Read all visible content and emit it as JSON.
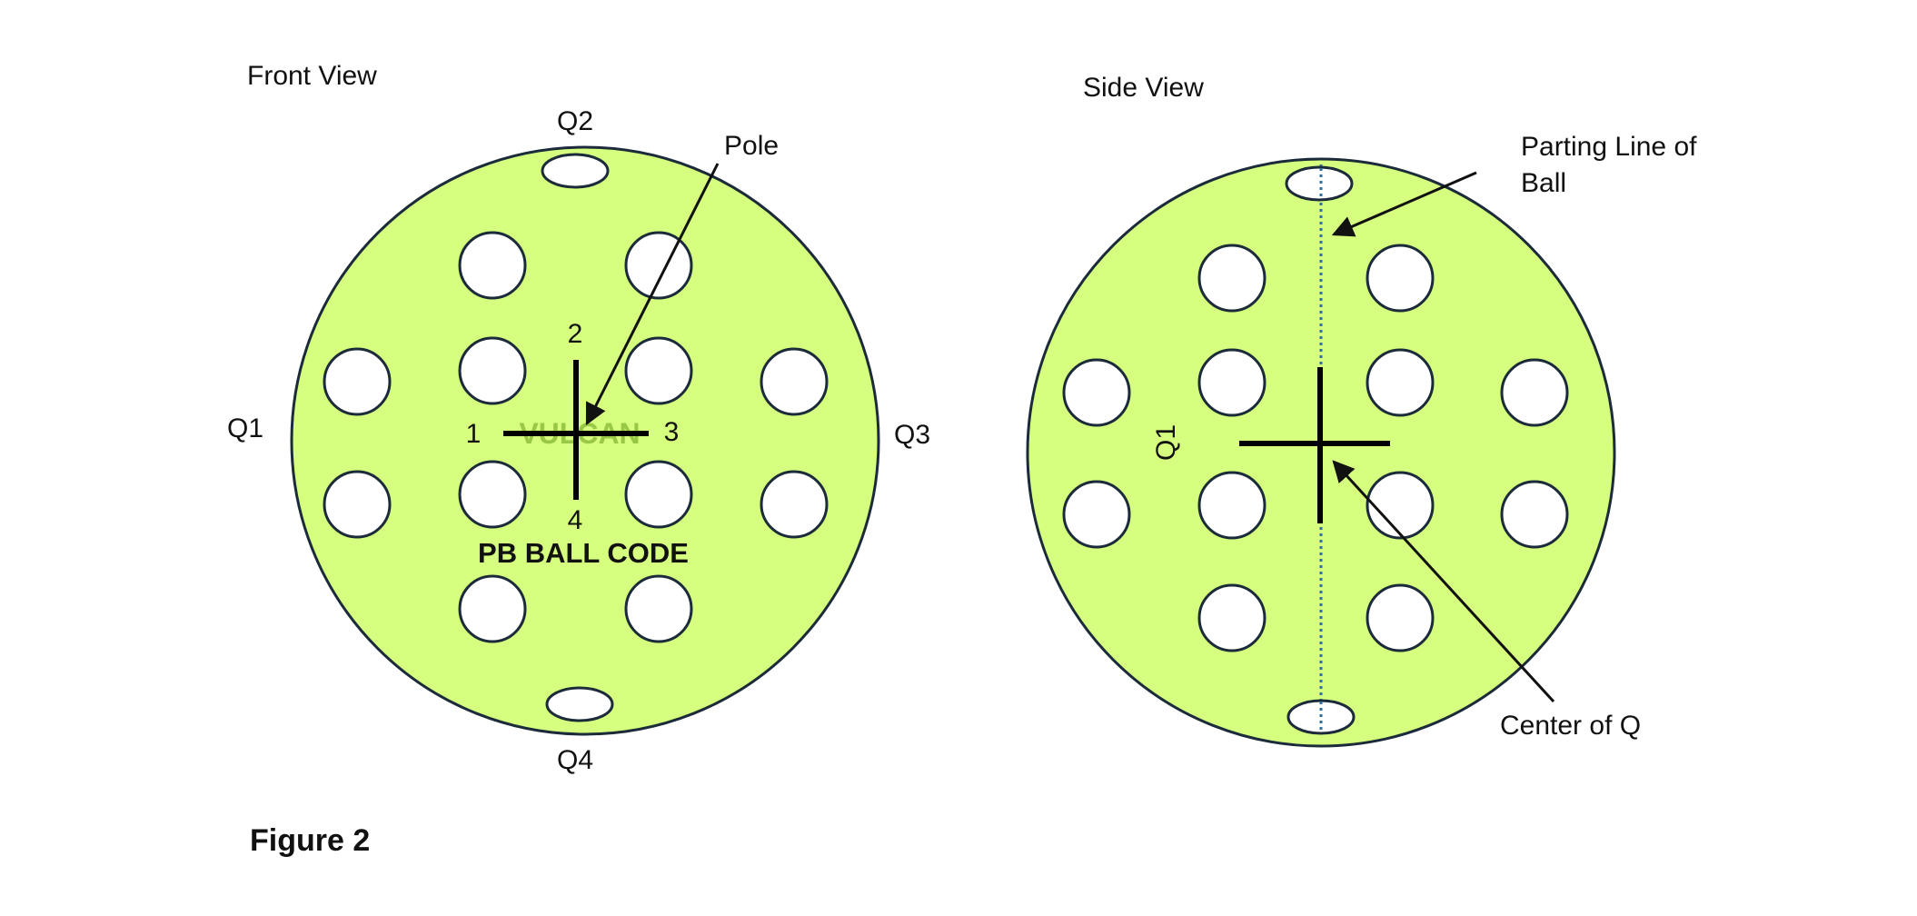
{
  "front_view": {
    "title": "Front View",
    "quadrants": {
      "q1": "Q1",
      "q2": "Q2",
      "q3": "Q3",
      "q4": "Q4"
    },
    "pole_label": "Pole",
    "cross_numbers": {
      "n1": "1",
      "n2": "2",
      "n3": "3",
      "n4": "4"
    },
    "watermark": "VULCAN",
    "code_label": "PB BALL CODE"
  },
  "side_view": {
    "title": "Side View",
    "parting_line_label": [
      "Parting Line of",
      "Ball"
    ],
    "quadrant_label": "Q1",
    "center_label": "Center of Q"
  },
  "caption": "Figure 2",
  "colors": {
    "ball_fill": "#d7ff7f",
    "outline": "#1c2b3a",
    "hole_fill": "#ffffff",
    "parting_line": "#2f6f9f",
    "cross": "#000000"
  }
}
